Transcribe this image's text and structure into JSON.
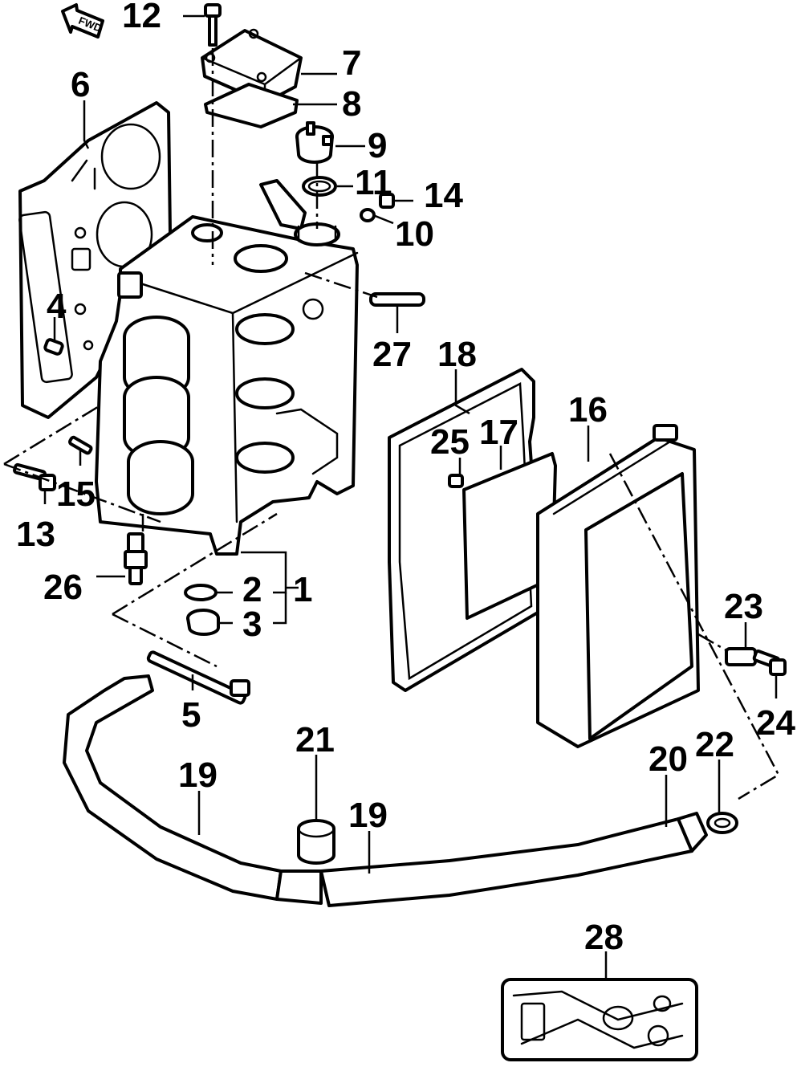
{
  "direction_marker": {
    "label": "FWD"
  },
  "callouts": [
    {
      "id": "c1",
      "label": "1"
    },
    {
      "id": "c2",
      "label": "2"
    },
    {
      "id": "c3",
      "label": "3"
    },
    {
      "id": "c4",
      "label": "4"
    },
    {
      "id": "c5",
      "label": "5"
    },
    {
      "id": "c6",
      "label": "6"
    },
    {
      "id": "c7",
      "label": "7"
    },
    {
      "id": "c8",
      "label": "8"
    },
    {
      "id": "c9",
      "label": "9"
    },
    {
      "id": "c10",
      "label": "10"
    },
    {
      "id": "c11",
      "label": "11"
    },
    {
      "id": "c12",
      "label": "12"
    },
    {
      "id": "c13",
      "label": "13"
    },
    {
      "id": "c14",
      "label": "14"
    },
    {
      "id": "c15",
      "label": "15"
    },
    {
      "id": "c16",
      "label": "16"
    },
    {
      "id": "c17",
      "label": "17"
    },
    {
      "id": "c18",
      "label": "18"
    },
    {
      "id": "c19a",
      "label": "19"
    },
    {
      "id": "c19b",
      "label": "19"
    },
    {
      "id": "c20",
      "label": "20"
    },
    {
      "id": "c21",
      "label": "21"
    },
    {
      "id": "c22",
      "label": "22"
    },
    {
      "id": "c23",
      "label": "23"
    },
    {
      "id": "c24",
      "label": "24"
    },
    {
      "id": "c25",
      "label": "25"
    },
    {
      "id": "c26",
      "label": "26"
    },
    {
      "id": "c27",
      "label": "27"
    },
    {
      "id": "c28",
      "label": "28"
    }
  ]
}
